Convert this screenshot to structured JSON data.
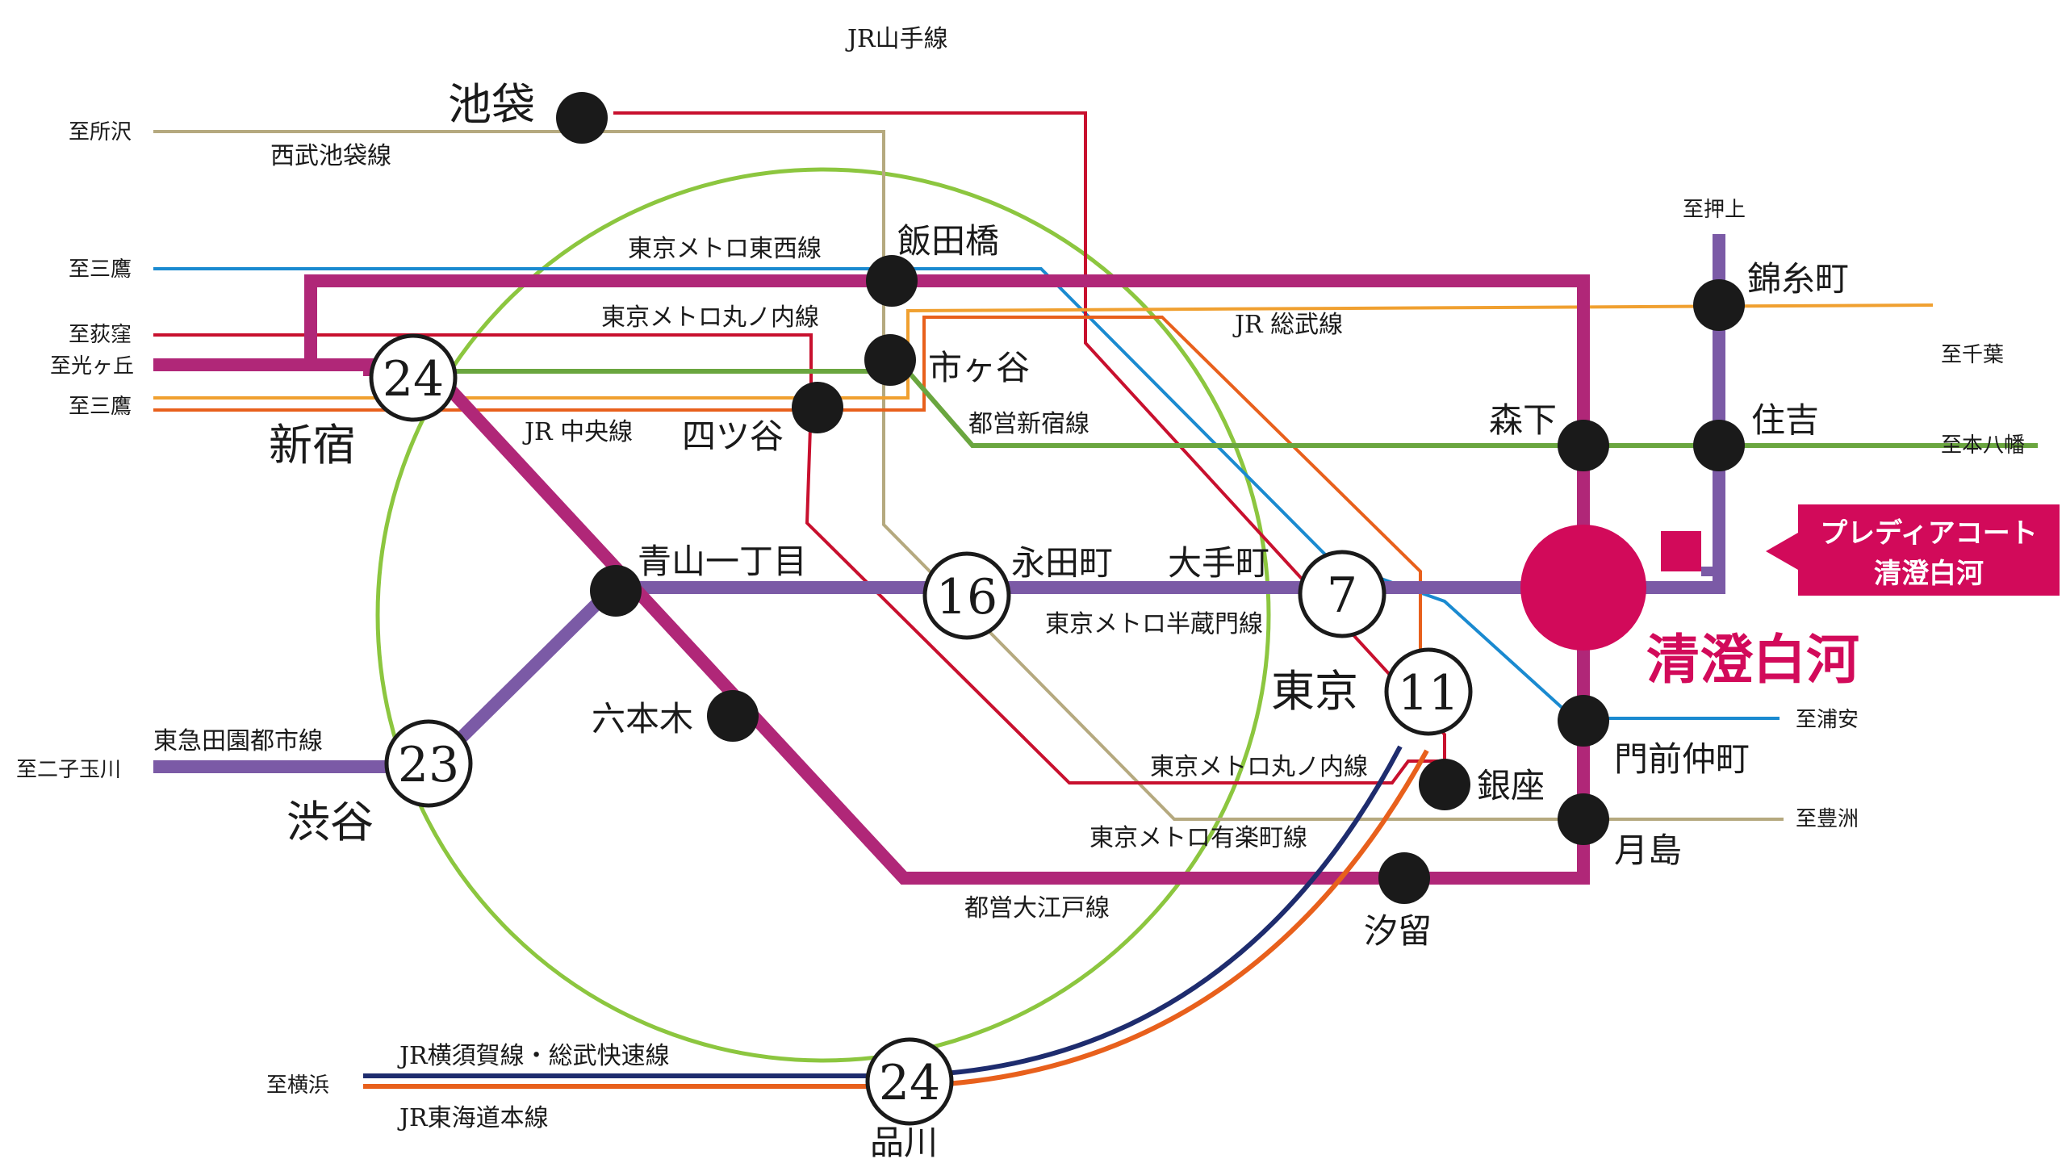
{
  "colors": {
    "yamanote": "#8cc63f",
    "oedo": "#b02778",
    "hanzomon": "#7b5aa6",
    "den_en_toshi": "#7b5aa6",
    "tozai": "#1a8ad0",
    "marunouchi": "#c8102e",
    "chuo": "#f0a030",
    "sobu_orange": "#e8601c",
    "shinjuku_line": "#6aa63f",
    "yurakucho": "#b5a97f",
    "seibu": "#b5a97f",
    "yokosuka": "#1e2c6e",
    "tokaido": "#e8601c",
    "destination": "#d20a5a"
  },
  "lines": {
    "yamanote": "JR山手線",
    "seibu_ikebukuro": "西武池袋線",
    "tozai": "東京メトロ東西線",
    "marunouchi_top": "東京メトロ丸ノ内線",
    "marunouchi_bottom": "東京メトロ丸ノ内線",
    "sobu": "JR 総武線",
    "chuo": "JR 中央線",
    "shinjuku_line": "都営新宿線",
    "hanzomon": "東京メトロ半蔵門線",
    "den_en_toshi": "東急田園都市線",
    "yurakucho": "東京メトロ有楽町線",
    "oedo": "都営大江戸線",
    "yokosuka_sobu": "JR横須賀線・総武快速線",
    "tokaido": "JR東海道本線"
  },
  "directions": {
    "tokorozawa": "至所沢",
    "mitaka_1": "至三鷹",
    "ogikubo": "至荻窪",
    "hikarigaoka": "至光ヶ丘",
    "mitaka_2": "至三鷹",
    "futako_tamagawa": "至二子玉川",
    "yokohama": "至横浜",
    "oshiage": "至押上",
    "chiba": "至千葉",
    "motoyawata": "至本八幡",
    "urayasu": "至浦安",
    "toyosu": "至豊洲"
  },
  "stations": {
    "ikebukuro": "池袋",
    "iidabashi": "飯田橋",
    "ichigaya": "市ヶ谷",
    "yotsuya": "四ツ谷",
    "shinjuku": "新宿",
    "aoyama_itchome": "青山一丁目",
    "nagatacho": "永田町",
    "otemachi": "大手町",
    "tokyo": "東京",
    "roppongi": "六本木",
    "shibuya": "渋谷",
    "ginza": "銀座",
    "shiodome": "汐留",
    "shinagawa": "品川",
    "kinshicho": "錦糸町",
    "morishita": "森下",
    "sumiyoshi": "住吉",
    "monzen_nakacho": "門前仲町",
    "tsukishima": "月島",
    "kiyosumi_shirakawa": "清澄白河"
  },
  "minutes": {
    "shinjuku": "24",
    "nagatacho": "16",
    "otemachi": "7",
    "tokyo": "11",
    "shibuya": "23",
    "shinagawa": "24"
  },
  "property": {
    "line1": "プレディアコート",
    "line2": "清澄白河"
  }
}
